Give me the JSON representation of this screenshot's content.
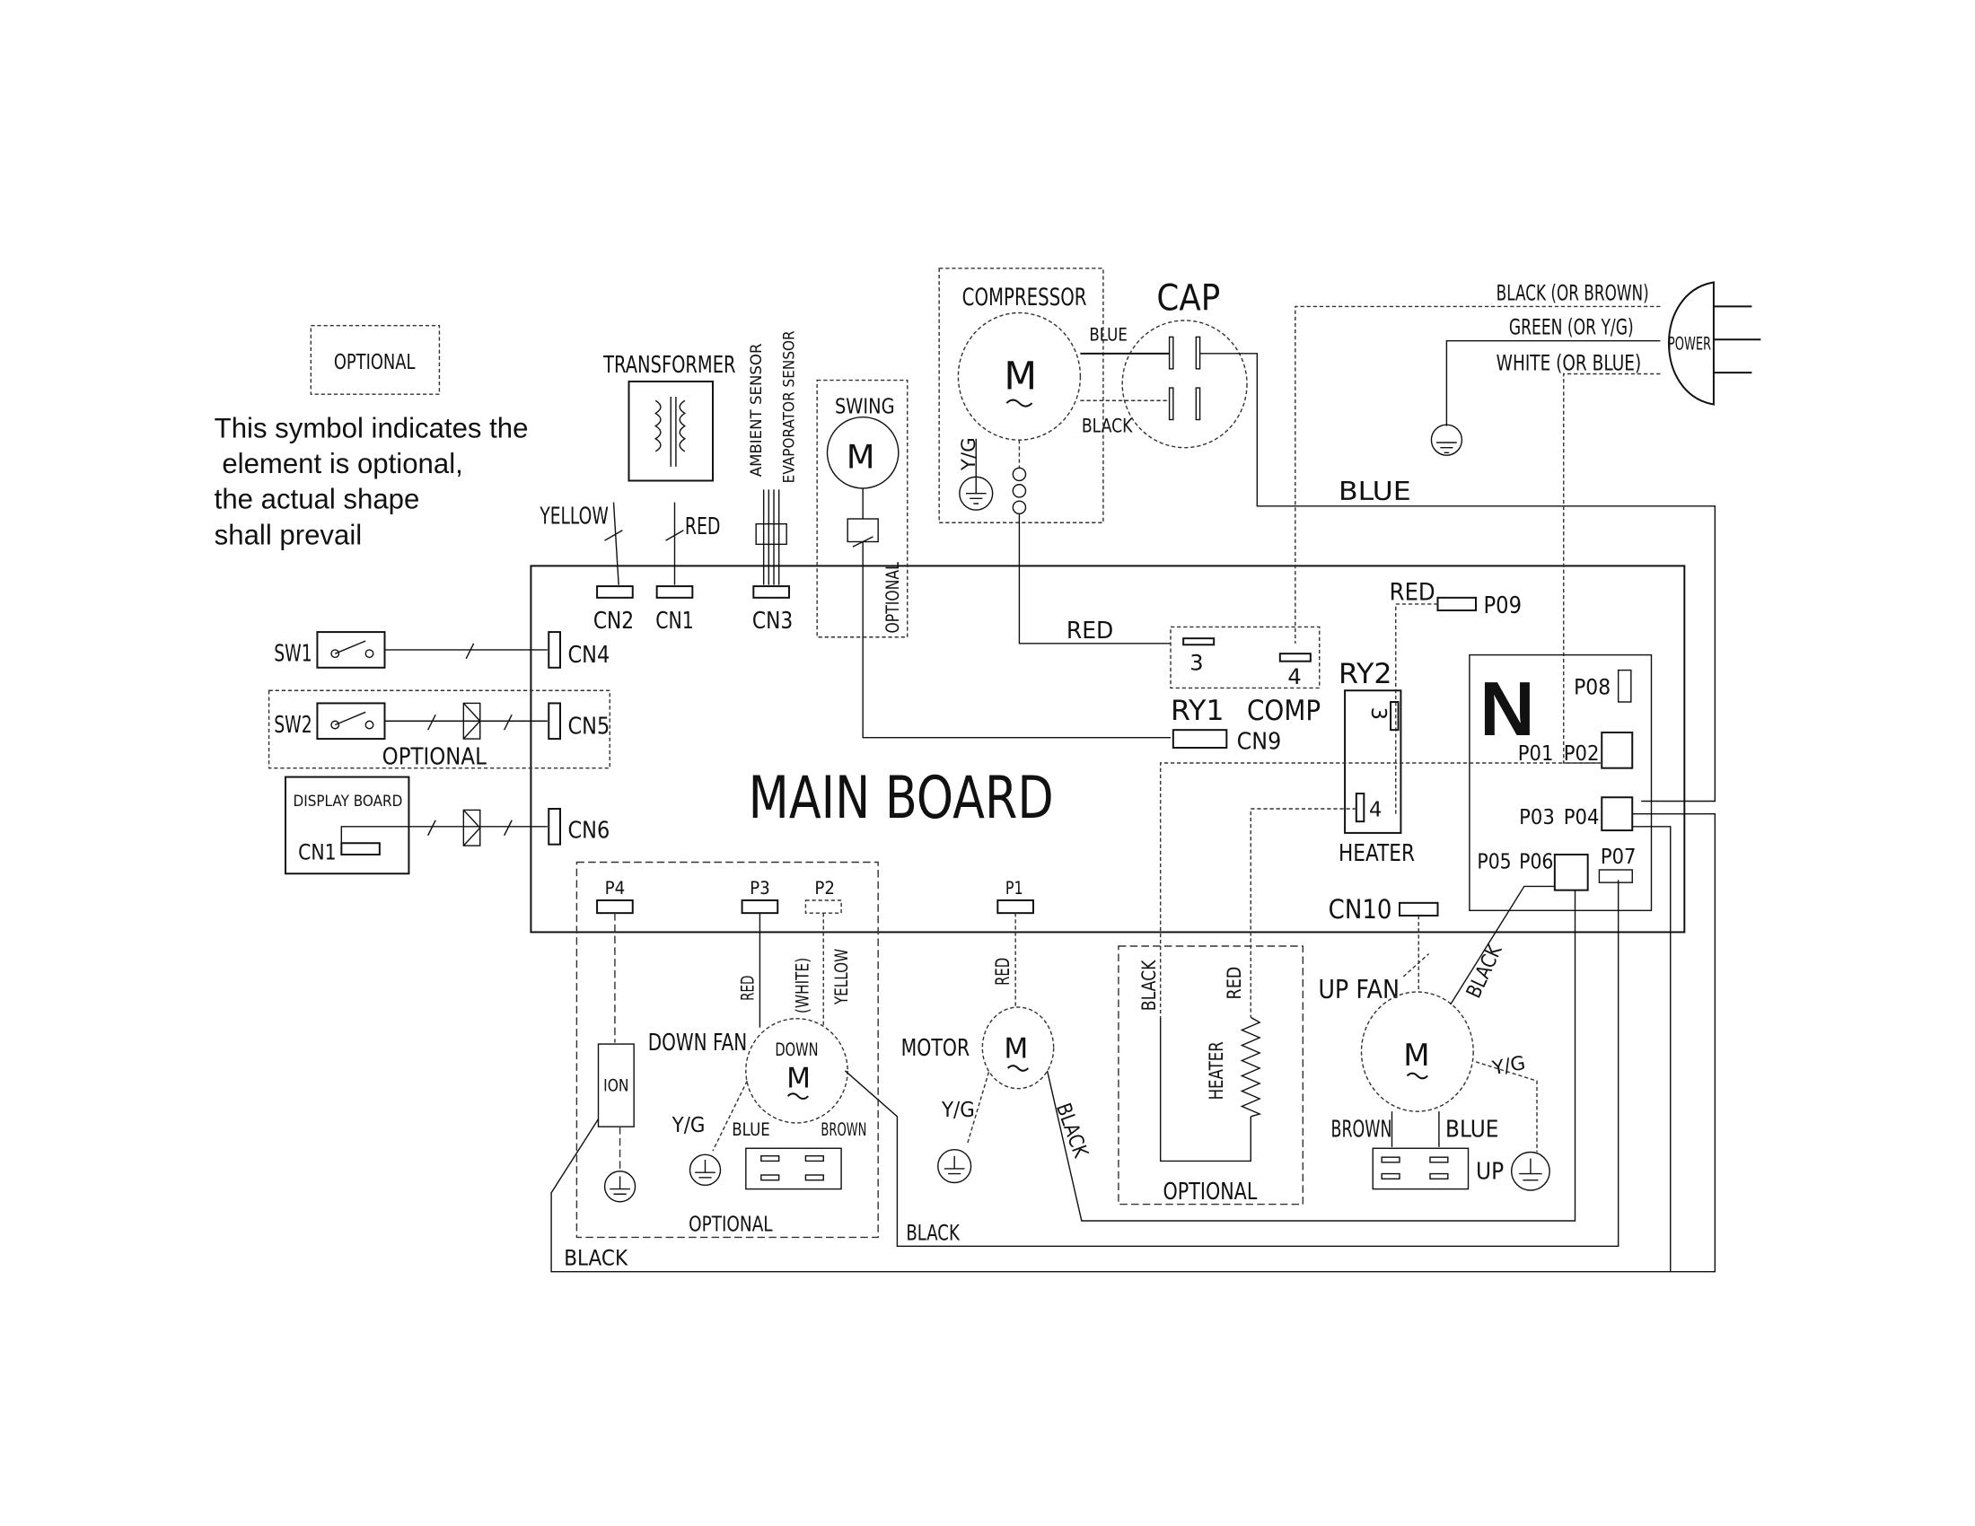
{
  "legend": {
    "optional_box": "OPTIONAL",
    "note_lines": [
      "This symbol indicates the",
      " element is optional,",
      "the actual shape",
      "shall prevail"
    ]
  },
  "main_board": {
    "title": "MAIN BOARD"
  },
  "transformer": {
    "title": "TRANSFORMER",
    "yellow": "YELLOW",
    "red": "RED",
    "cn2": "CN2",
    "cn1": "CN1"
  },
  "sensors": {
    "ambient": "AMBIENT SENSOR",
    "evaporator": "EVAPORATOR SENSOR",
    "cn3": "CN3"
  },
  "swing": {
    "title": "SWING",
    "motor": "M",
    "optional": "OPTIONAL"
  },
  "compressor": {
    "title": "COMPRESSOR",
    "motor": "M",
    "yg": "Y/G",
    "blue": "BLUE",
    "black": "BLACK"
  },
  "cap": {
    "title": "CAP"
  },
  "power": {
    "black": "BLACK (OR BROWN)",
    "green": "GREEN (OR Y/G)",
    "white": "WHITE (OR BLUE)",
    "label": "POWER",
    "blue_wire": "BLUE"
  },
  "switches": {
    "sw1": "SW1",
    "cn4": "CN4",
    "sw2": "SW2",
    "cn5": "CN5",
    "optional": "OPTIONAL",
    "display_board": "DISPLAY BOARD",
    "display_cn1": "CN1",
    "cn6": "CN6"
  },
  "relays": {
    "red": "RED",
    "ry1_pin3": "3",
    "ry1_pin4": "4",
    "ry1": "RY1",
    "comp": "COMP",
    "cn9": "CN9",
    "red2": "RED",
    "p09": "P09",
    "ry2": "RY2",
    "ry2_pin3": "3",
    "ry2_pin4": "4",
    "heater": "HEATER",
    "cn10": "CN10"
  },
  "n_block": {
    "n": "N",
    "p08": "P08",
    "p01": "P01",
    "p02": "P02",
    "p03": "P03",
    "p04": "P04",
    "p05": "P05",
    "p06": "P06",
    "p07": "P07"
  },
  "down_fan": {
    "p4": "P4",
    "p3": "P3",
    "p2": "P2",
    "ion": "ION",
    "red": "RED",
    "white": "(WHITE)",
    "yellow": "YELLOW",
    "label": "DOWN FAN",
    "down": "DOWN",
    "motor": "M",
    "yg": "Y/G",
    "blue": "BLUE",
    "brown": "BROWN",
    "optional": "OPTIONAL",
    "black": "BLACK"
  },
  "motor": {
    "p1": "P1",
    "red": "RED",
    "label": "MOTOR",
    "m": "M",
    "yg": "Y/G",
    "black": "BLACK",
    "black2": "BLACK"
  },
  "heater_opt": {
    "black": "BLACK",
    "red": "RED",
    "heater": "HEATER",
    "optional": "OPTIONAL"
  },
  "up_fan": {
    "label": "UP FAN",
    "m": "M",
    "black": "BLACK",
    "yg": "Y/G",
    "brown": "BROWN",
    "blue": "BLUE",
    "up": "UP"
  }
}
